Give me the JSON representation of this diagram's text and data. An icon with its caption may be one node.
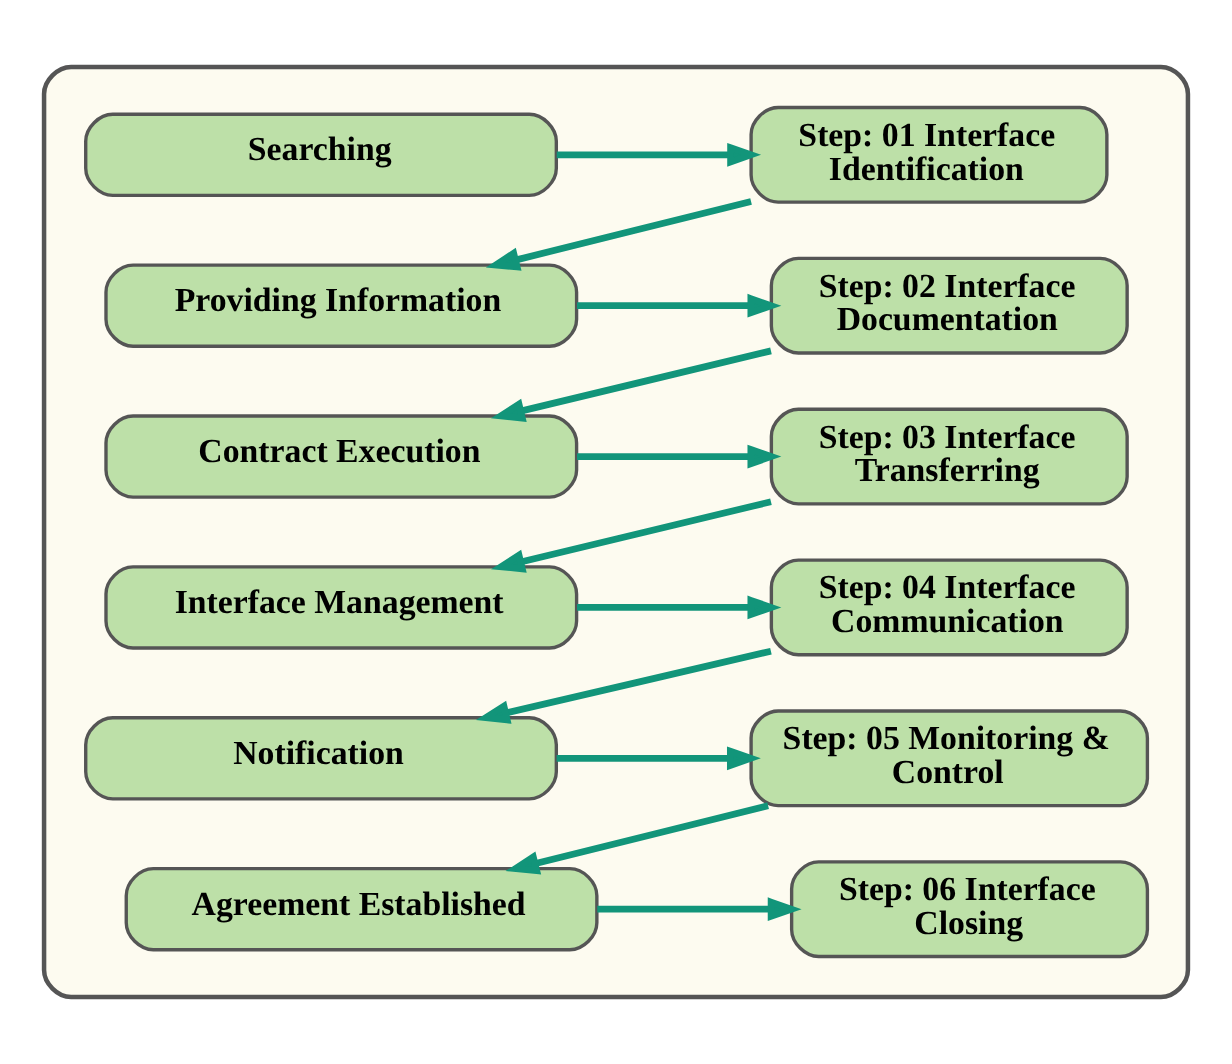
{
  "diagram": {
    "nodes": [
      {
        "text": [],
        "shape": "box"
      },
      {
        "text": [
          "Searching"
        ],
        "in": 0
      },
      {
        "text": [
          "Step: 01 Interface Identification"
        ],
        "in": 0
      },
      {
        "text": [
          "Providing Information"
        ],
        "in": 0
      },
      {
        "text": [
          "Step: 02 Interface Documentation"
        ],
        "in": 0
      },
      {
        "text": [
          "Contract Execution"
        ],
        "in": 0
      },
      {
        "text": [
          "Step: 03 Interface Transferring"
        ],
        "in": 0
      },
      {
        "text": [
          "Interface Management"
        ],
        "in": 0
      },
      {
        "text": [
          "Step: 04 Interface Communication"
        ],
        "in": 0
      },
      {
        "text": [
          "Notification"
        ],
        "in": 0
      },
      {
        "text": [
          "Step: 05 Monitoring & Control"
        ],
        "in": 0
      },
      {
        "text": [
          "Agreement Established"
        ],
        "in": 0
      },
      {
        "text": [
          "Step: 06 Interface Closing"
        ],
        "in": 0
      }
    ],
    "edges": [
      {
        "from": 1,
        "to": 2,
        "arrow": "to",
        "color": "#12957a"
      },
      {
        "from": 2,
        "to": 3,
        "arrow": "to",
        "color": "#12957a"
      },
      {
        "from": 3,
        "to": 4,
        "arrow": "to",
        "color": "#12957a"
      },
      {
        "from": 4,
        "to": 5,
        "arrow": "to",
        "color": "#12957a"
      },
      {
        "from": 5,
        "to": 6,
        "arrow": "to",
        "color": "#12957a"
      },
      {
        "from": 6,
        "to": 7,
        "arrow": "to",
        "color": "#12957a"
      },
      {
        "from": 7,
        "to": 8,
        "arrow": "to",
        "color": "#12957a"
      },
      {
        "from": 8,
        "to": 9,
        "arrow": "to",
        "color": "#12957a"
      },
      {
        "from": 9,
        "to": 10,
        "arrow": "to",
        "color": "#12957a"
      },
      {
        "from": 10,
        "to": 11,
        "arrow": "to",
        "color": "#12957a"
      },
      {
        "from": 11,
        "to": 12,
        "arrow": "to",
        "color": "#12957a"
      }
    ]
  }
}
